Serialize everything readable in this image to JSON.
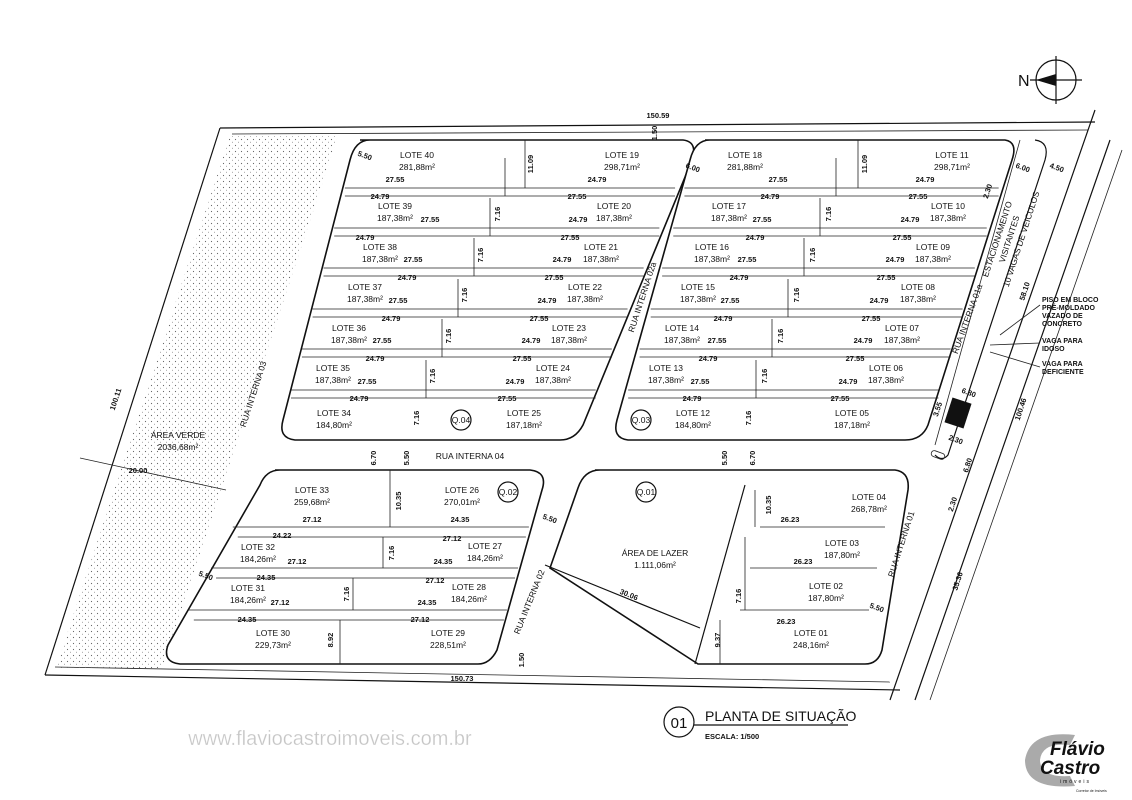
{
  "north_label": "N",
  "lots": [
    {
      "name": "LOTE 40",
      "area": "281,88m²"
    },
    {
      "name": "LOTE 19",
      "area": "298,71m²"
    },
    {
      "name": "LOTE 18",
      "area": "281,88m²"
    },
    {
      "name": "LOTE 11",
      "area": "298,71m²"
    },
    {
      "name": "LOTE 39",
      "area": "187,38m²"
    },
    {
      "name": "LOTE 20",
      "area": "187,38m²"
    },
    {
      "name": "LOTE 17",
      "area": "187,38m²"
    },
    {
      "name": "LOTE 10",
      "area": "187,38m²"
    },
    {
      "name": "LOTE 38",
      "area": "187,38m²"
    },
    {
      "name": "LOTE 21",
      "area": "187,38m²"
    },
    {
      "name": "LOTE 16",
      "area": "187,38m²"
    },
    {
      "name": "LOTE 09",
      "area": "187,38m²"
    },
    {
      "name": "LOTE 37",
      "area": "187,38m²"
    },
    {
      "name": "LOTE 22",
      "area": "187,38m²"
    },
    {
      "name": "LOTE 15",
      "area": "187,38m²"
    },
    {
      "name": "LOTE 08",
      "area": "187,38m²"
    },
    {
      "name": "LOTE 36",
      "area": "187,38m²"
    },
    {
      "name": "LOTE 23",
      "area": "187,38m²"
    },
    {
      "name": "LOTE 14",
      "area": "187,38m²"
    },
    {
      "name": "LOTE 07",
      "area": "187,38m²"
    },
    {
      "name": "LOTE 35",
      "area": "187,38m²"
    },
    {
      "name": "LOTE 24",
      "area": "187,38m²"
    },
    {
      "name": "LOTE 13",
      "area": "187,38m²"
    },
    {
      "name": "LOTE 06",
      "area": "187,38m²"
    },
    {
      "name": "LOTE 34",
      "area": "184,80m²"
    },
    {
      "name": "LOTE 25",
      "area": "187,18m²"
    },
    {
      "name": "LOTE 12",
      "area": "184,80m²"
    },
    {
      "name": "LOTE 05",
      "area": "187,18m²"
    },
    {
      "name": "LOTE 33",
      "area": "259,68m²"
    },
    {
      "name": "LOTE 26",
      "area": "270,01m²"
    },
    {
      "name": "LOTE 04",
      "area": "268,78m²"
    },
    {
      "name": "LOTE 32",
      "area": "184,26m²"
    },
    {
      "name": "LOTE 27",
      "area": "184,26m²"
    },
    {
      "name": "LOTE 03",
      "area": "187,80m²"
    },
    {
      "name": "LOTE 31",
      "area": "184,26m²"
    },
    {
      "name": "LOTE 28",
      "area": "184,26m²"
    },
    {
      "name": "LOTE 02",
      "area": "187,80m²"
    },
    {
      "name": "LOTE 30",
      "area": "229,73m²"
    },
    {
      "name": "LOTE 29",
      "area": "228,51m²"
    },
    {
      "name": "LOTE 01",
      "area": "248,16m²"
    }
  ],
  "blocks": [
    "Q.04",
    "Q.03",
    "Q.02",
    "Q.01"
  ],
  "areas": [
    {
      "name": "ÁREA VERDE",
      "area": "2036,68m²"
    },
    {
      "name": "ÁREA DE LAZER",
      "area": "1.111,06m²"
    }
  ],
  "streets": [
    "RUA INTERNA 03",
    "RUA INTERNA 04",
    "RUA INTERNA 02a",
    "RUA INTERNA 01a",
    "RUA INTERNA 02",
    "RUA INTERNA 01"
  ],
  "parking": [
    "ESTACIONAMENTO",
    "VISITANTES",
    "10 VAGAS DE VEICULOS"
  ],
  "notes": [
    [
      "PISO EM BLOCO",
      "PRÉ-MOLDADO",
      "VAZADO DE",
      "CONCRETO"
    ],
    [
      "VAGA PARA",
      "IDOSO"
    ],
    [
      "VAGA PARA",
      "DEFICIENTE"
    ]
  ],
  "dimensions": [
    "27.55",
    "24.79",
    "24.79",
    "27.55",
    "27.55",
    "24.79",
    "24.79",
    "27.55",
    "27.55",
    "24.79",
    "24.79",
    "27.55",
    "27.55",
    "24.79",
    "24.79",
    "27.55",
    "27.55",
    "24.79",
    "24.79",
    "27.55",
    "27.55",
    "24.79",
    "24.79",
    "27.55",
    "27.55",
    "24.79",
    "24.79",
    "27.55",
    "27.55",
    "24.79",
    "24.79",
    "27.55",
    "27.55",
    "24.79",
    "24.79",
    "27.55",
    "27.55",
    "24.79",
    "24.79",
    "27.55",
    "27.55",
    "24.79",
    "24.79",
    "27.55",
    "27.55",
    "24.79",
    "24.79",
    "27.55",
    "11.09",
    "11.09",
    "1.50",
    "7.16",
    "7.16",
    "7.16",
    "7.16",
    "7.16",
    "7.16",
    "7.16",
    "7.16",
    "7.16",
    "7.16",
    "7.16",
    "7.16",
    "27.12",
    "24.35",
    "24.22",
    "27.12",
    "27.12",
    "24.35",
    "24.35",
    "27.12",
    "27.12",
    "24.35",
    "24.35",
    "27.12",
    "10.35",
    "7.16",
    "7.16",
    "8.92",
    "26.23",
    "26.23",
    "26.23",
    "10.35",
    "7.16",
    "9.37",
    "150.59",
    "150.73",
    "100.11",
    "100.46",
    "58.10",
    "35.36",
    "20.00",
    "30.06",
    "5.50",
    "6.00",
    "6.00",
    "4.50",
    "2.30",
    "6.80",
    "3.55",
    "2.30",
    "6.80",
    "2.30",
    "6.70",
    "5.50",
    "5.50",
    "6.70",
    "5.50",
    "5.50",
    "5.50",
    "1.50"
  ],
  "title": {
    "number": "01",
    "text": "PLANTA DE SITUAÇÃO",
    "scale": "ESCALA: 1/500"
  },
  "watermark": "www.flaviocastroimoveis.com.br",
  "logo": {
    "line1": "Flávio",
    "line2": "Castro",
    "line3": "imóveis",
    "line4": "Corretor de Imóveis"
  }
}
